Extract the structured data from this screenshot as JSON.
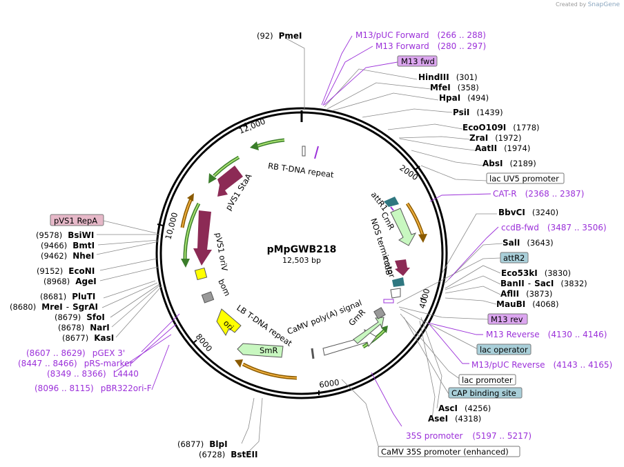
{
  "credit": {
    "prefix": "Created by",
    "brand": "SnapGene"
  },
  "plasmid": {
    "name": "pMpGWB218",
    "size": "12,503 bp"
  },
  "ticks": [
    "2000",
    "4000",
    "6000",
    "8000",
    "10,000",
    "12,000"
  ],
  "sites": {
    "PmeI": {
      "name": "PmeI",
      "pos": "(92)"
    },
    "HindIII": {
      "name": "HindIII",
      "pos": "(301)"
    },
    "MfeI": {
      "name": "MfeI",
      "pos": "(358)"
    },
    "HpaI": {
      "name": "HpaI",
      "pos": "(494)"
    },
    "PsiI": {
      "name": "PsiI",
      "pos": "(1439)"
    },
    "EcoO109I": {
      "name": "EcoO109I",
      "pos": "(1778)"
    },
    "ZraI": {
      "name": "ZraI",
      "pos": "(1972)"
    },
    "AatII": {
      "name": "AatII",
      "pos": "(1974)"
    },
    "AbsI": {
      "name": "AbsI",
      "pos": "(2189)"
    },
    "BbvCI": {
      "name": "BbvCI",
      "pos": "(3240)"
    },
    "SalI": {
      "name": "SalI",
      "pos": "(3643)"
    },
    "Eco53kI": {
      "name": "Eco53kI",
      "pos": "(3830)"
    },
    "BanII": {
      "name": "BanII",
      "sep": "-",
      "name2": "SacI",
      "pos": "(3832)"
    },
    "AflII": {
      "name": "AflII",
      "pos": "(3873)"
    },
    "MauBI": {
      "name": "MauBI",
      "pos": "(4068)"
    },
    "AscI": {
      "name": "AscI",
      "pos": "(4256)"
    },
    "AseI": {
      "name": "AseI",
      "pos": "(4318)"
    },
    "BstEII": {
      "name": "BstEII",
      "pos": "(6728)"
    },
    "BlpI": {
      "name": "BlpI",
      "pos": "(6877)"
    },
    "KasI": {
      "name": "KasI",
      "pos": "(8677)"
    },
    "NarI": {
      "name": "NarI",
      "pos": "(8678)"
    },
    "SfoI": {
      "name": "SfoI",
      "pos": "(8679)"
    },
    "MreI": {
      "name": "MreI",
      "sep": "-",
      "name2": "SgrAI",
      "pos": "(8680)"
    },
    "PluTI": {
      "name": "PluTI",
      "pos": "(8681)"
    },
    "AgeI": {
      "name": "AgeI",
      "pos": "(8968)"
    },
    "EcoNI": {
      "name": "EcoNI",
      "pos": "(9152)"
    },
    "NheI": {
      "name": "NheI",
      "pos": "(9462)"
    },
    "BmtI": {
      "name": "BmtI",
      "pos": "(9466)"
    },
    "BsiWI": {
      "name": "BsiWI",
      "pos": "(9578)"
    }
  },
  "primers": {
    "m13puc_fwd": {
      "name": "M13/pUC Forward",
      "range": "(266 .. 288)"
    },
    "m13_fwd": {
      "name": "M13 Forward",
      "range": "(280 .. 297)"
    },
    "cat_r": {
      "name": "CAT-R",
      "range": "(2368 .. 2387)"
    },
    "ccdb_fwd": {
      "name": "ccdB-fwd",
      "range": "(3487 .. 3506)"
    },
    "m13_rev": {
      "name": "M13 Reverse",
      "range": "(4130 .. 4146)"
    },
    "m13puc_rev": {
      "name": "M13/pUC Reverse",
      "range": "(4143 .. 4165)"
    },
    "s35_prom": {
      "name": "35S promoter",
      "range": "(5197 .. 5217)"
    },
    "pgex3": {
      "name": "pGEX 3'",
      "range": "(8607 .. 8629)"
    },
    "prs_marker": {
      "name": "pRS-marker",
      "range": "(8447 .. 8466)"
    },
    "l4440": {
      "name": "L4440",
      "range": "(8349 .. 8366)"
    },
    "pbr322": {
      "name": "pBR322ori-F",
      "range": "(8096 .. 8115)"
    }
  },
  "boxes": {
    "m13fwd": "M13 fwd",
    "lacuv5": "lac UV5 promoter",
    "attr2": "attR2",
    "m13rev": "M13 rev",
    "lacop": "lac operator",
    "lacprom": "lac promoter",
    "cap": "CAP binding site",
    "camv35s": "CaMV 35S promoter (enhanced)",
    "pvs1repa": "pVS1 RepA"
  },
  "features": {
    "rb": "RB T-DNA repeat",
    "pvs1staa": "pVS1 StaA",
    "pvs1oriv": "pVS1 oriV",
    "bom": "bom",
    "ori": "ori",
    "lb": "LB T-DNA repeat",
    "smr": "SmR",
    "camvpolya": "CaMV poly(A) signal",
    "gmr": "GmR",
    "attr1": "attR1",
    "cmr": "CmR",
    "nosterm": "NOS terminator",
    "ccdb": "ccdB"
  },
  "colors": {
    "primer": "#9b30d9",
    "attr_box": "#a9cfd9",
    "primer_box": "#dca6f0",
    "repa_box": "#e6b8c8",
    "cds_maroon": "#8c2a55",
    "ori_yellow": "#ffff00",
    "green_light": "#c8f7c0",
    "teal": "#2f7780"
  }
}
